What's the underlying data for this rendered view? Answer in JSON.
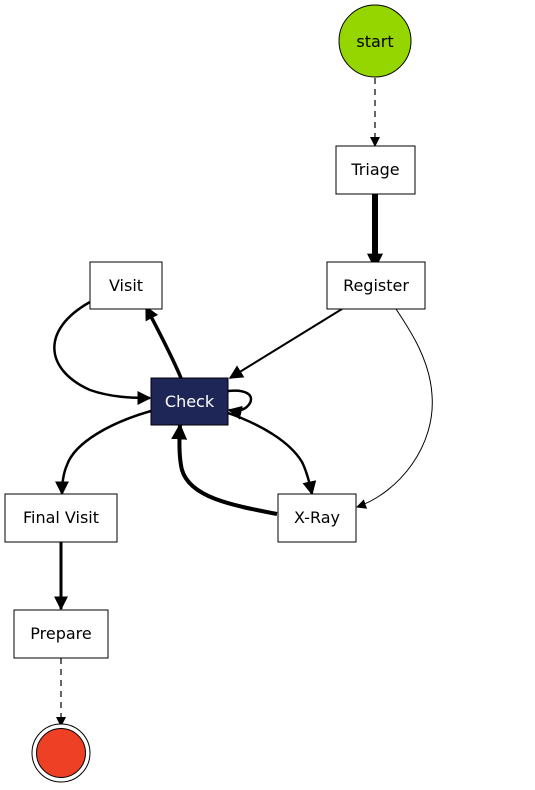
{
  "nodes": {
    "start": {
      "label": "start",
      "fill": "#96d600"
    },
    "triage": {
      "label": "Triage"
    },
    "register": {
      "label": "Register"
    },
    "visit": {
      "label": "Visit"
    },
    "check": {
      "label": "Check",
      "fill": "#1e2557",
      "text_color": "#ffffff"
    },
    "final_visit": {
      "label": "Final Visit"
    },
    "xray": {
      "label": "X-Ray"
    },
    "prepare": {
      "label": "Prepare"
    },
    "end": {
      "fill": "#ee4025"
    }
  },
  "edges": [
    {
      "from": "start",
      "to": "triage",
      "style": "dashed"
    },
    {
      "from": "triage",
      "to": "register",
      "style": "heavy"
    },
    {
      "from": "register",
      "to": "check",
      "style": "normal"
    },
    {
      "from": "register",
      "to": "xray",
      "style": "thin"
    },
    {
      "from": "check",
      "to": "visit",
      "style": "bold"
    },
    {
      "from": "visit",
      "to": "check",
      "style": "bold"
    },
    {
      "from": "check",
      "to": "check",
      "style": "bold"
    },
    {
      "from": "check",
      "to": "xray",
      "style": "bold"
    },
    {
      "from": "xray",
      "to": "check",
      "style": "bold"
    },
    {
      "from": "check",
      "to": "final_visit",
      "style": "bold"
    },
    {
      "from": "final_visit",
      "to": "prepare",
      "style": "bold"
    },
    {
      "from": "prepare",
      "to": "end",
      "style": "dashed"
    }
  ]
}
